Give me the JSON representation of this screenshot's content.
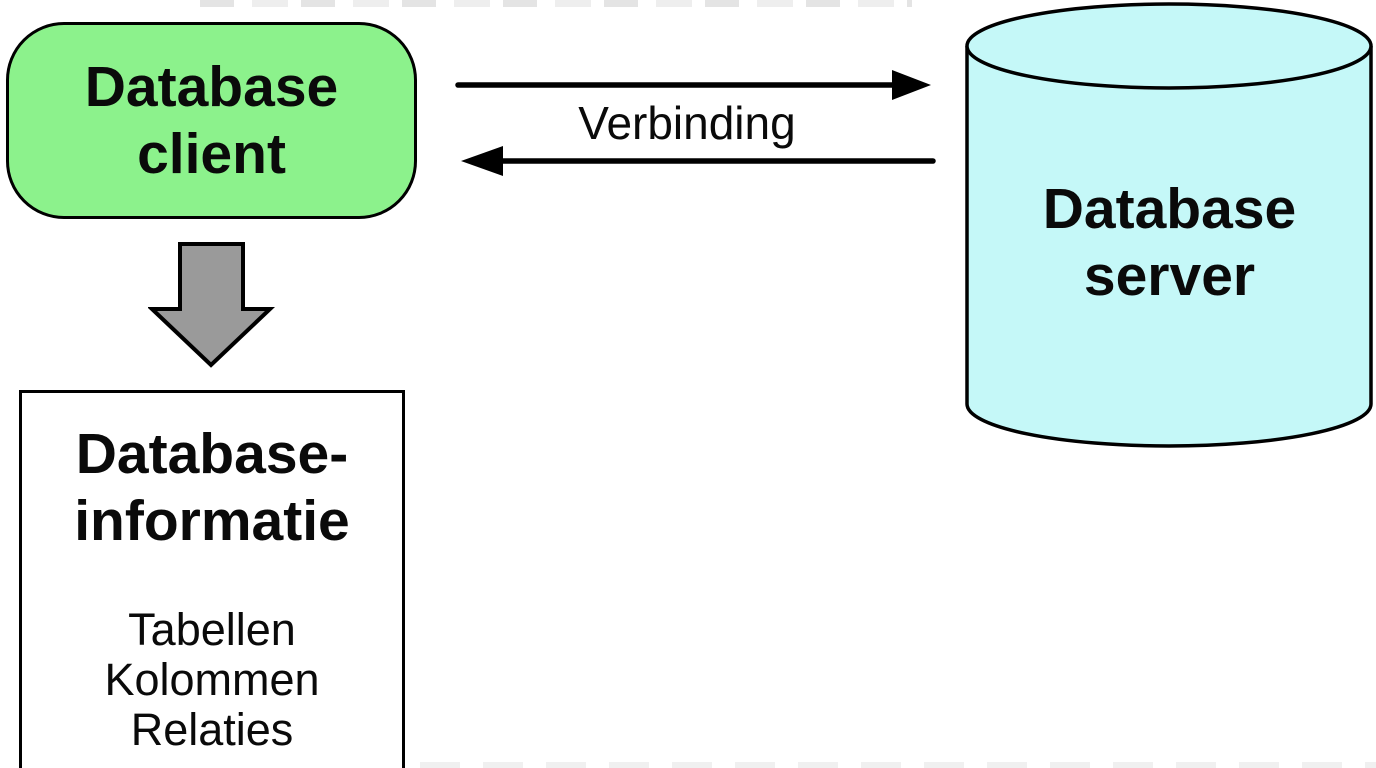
{
  "colors": {
    "background": "#ffffff",
    "client_fill": "#8cf28c",
    "server_fill": "#c5f8f8",
    "down_arrow_fill": "#9a9a9a",
    "outline": "#000000"
  },
  "nodes": {
    "client": {
      "label_line1": "Database",
      "label_line2": "client"
    },
    "server": {
      "label_line1": "Database",
      "label_line2": "server"
    }
  },
  "connection": {
    "label": "Verbinding"
  },
  "info_box": {
    "title_line1": "Database-",
    "title_line2": "informatie",
    "items": [
      "Tabellen",
      "Kolommen",
      "Relaties"
    ]
  }
}
